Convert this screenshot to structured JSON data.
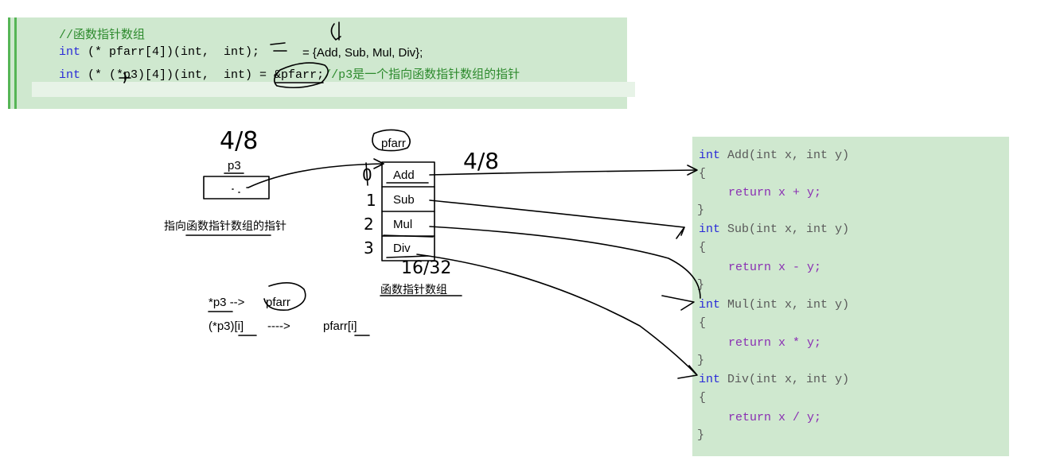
{
  "top_code": {
    "comment_line": "//函数指针数组",
    "line2_prefix_kw": "int",
    "line2_rest": " (* pfarr[4])(int,  int);",
    "line2_init": "= {Add, Sub, Mul, Div};",
    "line3_kw": "int",
    "line3_rest": " (* (*p3)[4])(int,  int) = &pfarr;",
    "line3_comment": "//p3是一个指向函数指针数组的指针"
  },
  "diagram": {
    "p3_label": "p3",
    "p3_caption": "指向函数指针数组的指针",
    "pfarr_label": "pfarr",
    "array_cells": [
      "Add",
      "Sub",
      "Mul",
      "Div"
    ],
    "array_indices": [
      "0",
      "1",
      "2",
      "3"
    ],
    "array_caption": "函数指针数组",
    "size_note_p3": "4/8",
    "size_note_cell": "4/8",
    "size_note_array": "16/32",
    "equiv_line1_left": "*p3 -->",
    "equiv_line1_right": "pfarr",
    "equiv_line2_left": "(*p3)[i]",
    "equiv_line2_arrow": "---->",
    "equiv_line2_right": "pfarr[i]"
  },
  "right_code": {
    "functions": [
      {
        "sig_kw": "int",
        "name": "Add",
        "params": "(int x, int y)",
        "body": "return x + y;"
      },
      {
        "sig_kw": "int",
        "name": "Sub",
        "params": "(int x, int y)",
        "body": "return x - y;"
      },
      {
        "sig_kw": "int",
        "name": "Mul",
        "params": "(int x, int y)",
        "body": "return x * y;"
      },
      {
        "sig_kw": "int",
        "name": "Div",
        "params": "(int x, int y)",
        "body": "return x / y;"
      }
    ],
    "open_brace": "{",
    "close_brace": "}"
  }
}
